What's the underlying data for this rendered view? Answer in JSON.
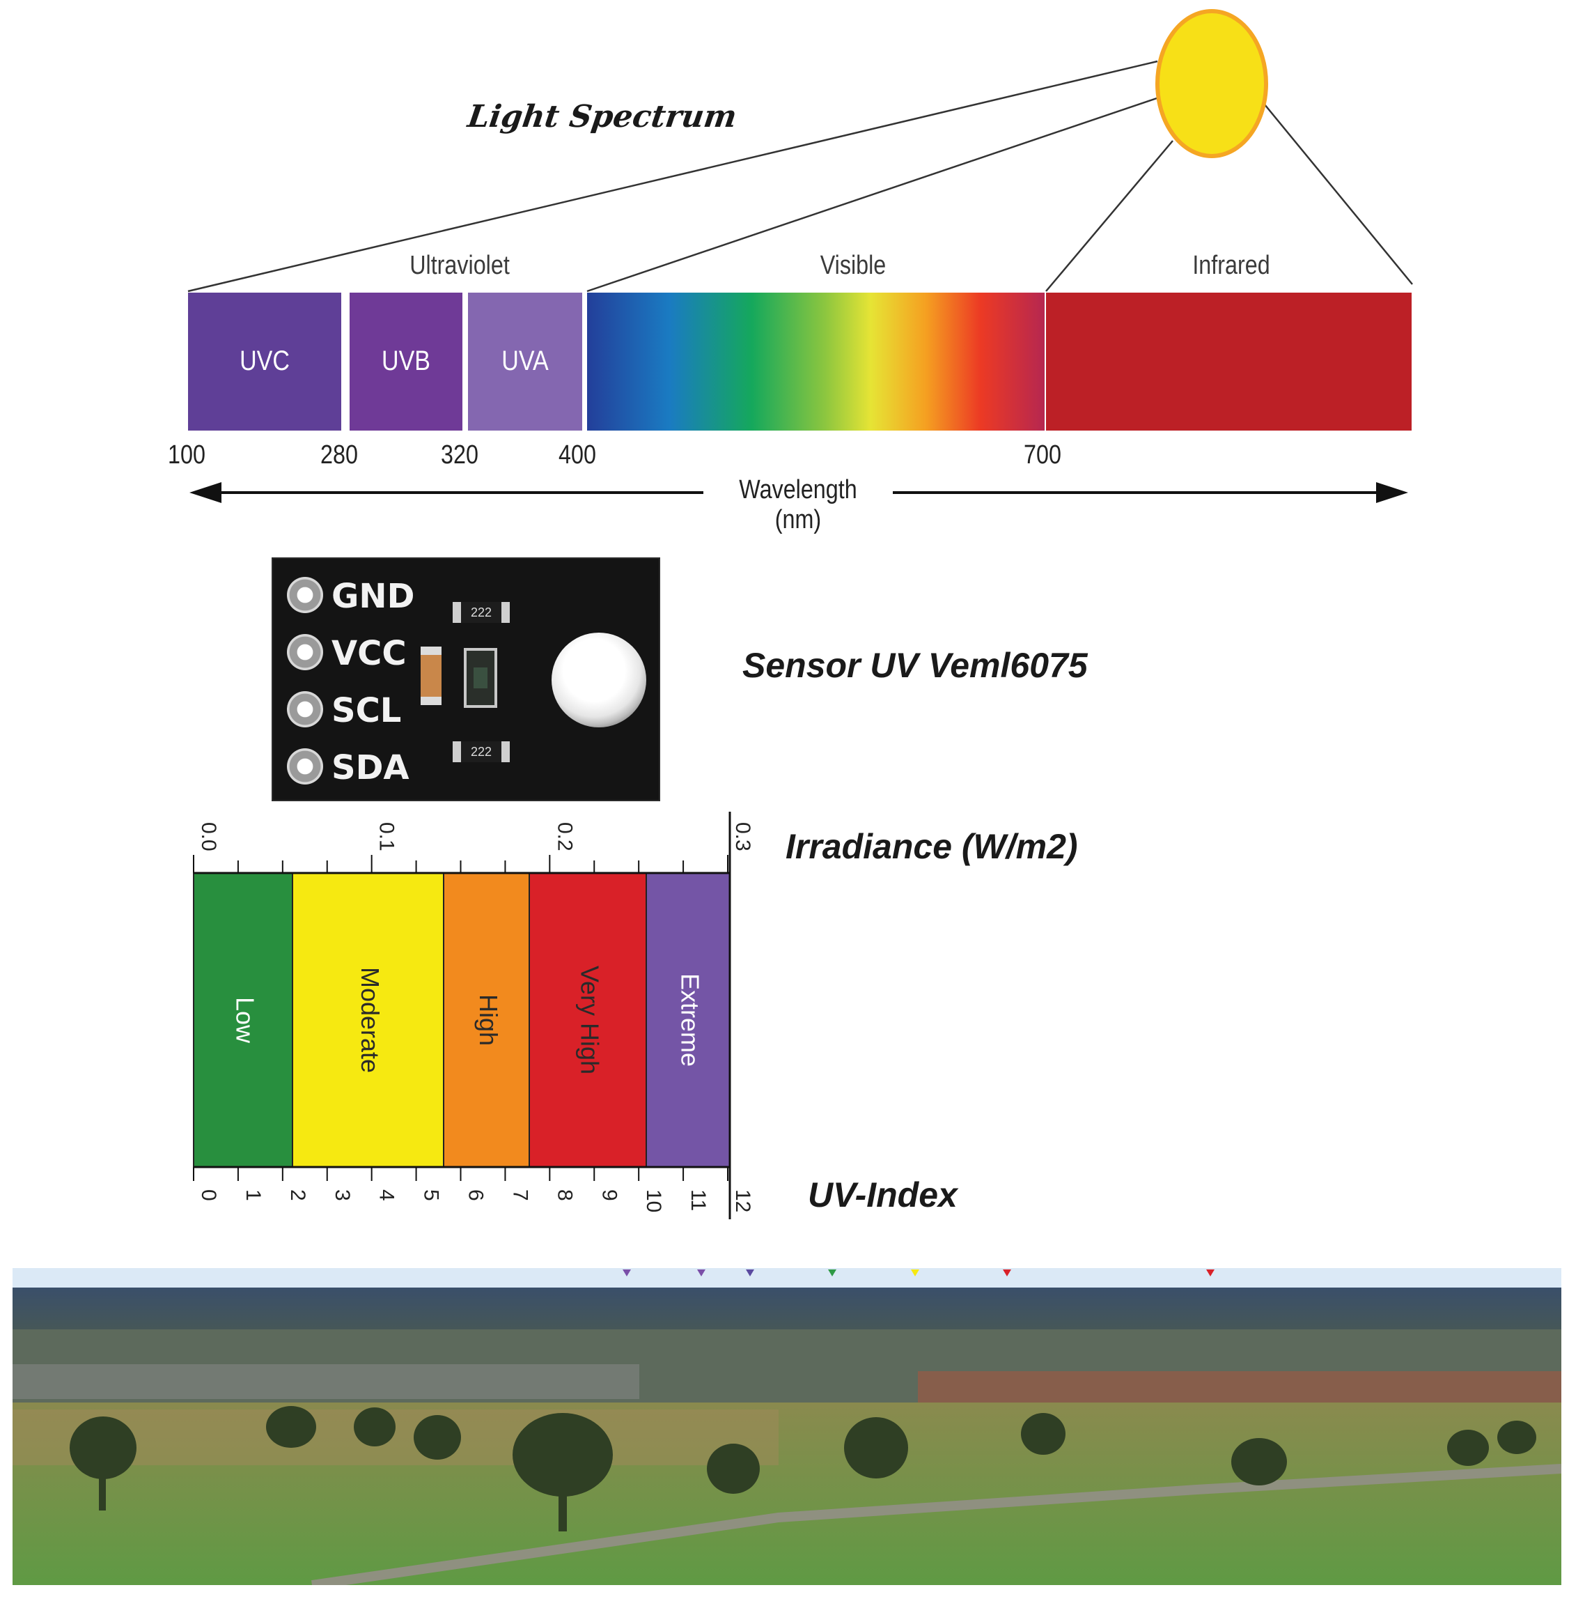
{
  "spectrum": {
    "title": "Light Spectrum",
    "group_labels": {
      "ultraviolet": "Ultraviolet",
      "visible": "Visible",
      "infrared": "Infrared"
    },
    "bands": [
      {
        "label": "UVC",
        "color": "#5f3f97"
      },
      {
        "label": "UVB",
        "color": "#6f3a97"
      },
      {
        "label": "UVA",
        "color": "#8467b0"
      },
      {
        "label": "",
        "color": "gradient"
      },
      {
        "label": "",
        "color": "#bc2026"
      }
    ],
    "ticks": [
      "100",
      "280",
      "320",
      "400",
      "700"
    ],
    "axis_label": "Wavelength (nm)",
    "sun_color": "#f7e017",
    "sun_outline": "#f5a623"
  },
  "sensor": {
    "caption": "Sensor UV Veml6075",
    "pins": [
      "GND",
      "VCC",
      "SCL",
      "SDA"
    ],
    "resistor_text": "222"
  },
  "uv_scale": {
    "top_axis_label": "Irradiance (W/m2)",
    "top_ticks": [
      "0.0",
      "0.1",
      "0.2",
      "0.3"
    ],
    "bottom_axis_label": "UV-Index",
    "bottom_ticks": [
      "0",
      "1",
      "2",
      "3",
      "4",
      "5",
      "6",
      "7",
      "8",
      "9",
      "10",
      "11",
      "12"
    ],
    "categories": [
      {
        "label": "Low",
        "color": "#288f3e",
        "text_color": "#ffffff"
      },
      {
        "label": "Moderate",
        "color": "#f6e911",
        "text_color": "#2a2a2a"
      },
      {
        "label": "High",
        "color": "#f28a1e",
        "text_color": "#2a2a2a"
      },
      {
        "label": "Very High",
        "color": "#d92128",
        "text_color": "#2a2a2a"
      },
      {
        "label": "Extreme",
        "color": "#7455a6",
        "text_color": "#ffffff"
      }
    ]
  },
  "landscape": {
    "sky_color": "#dbe9f6",
    "markers": [
      {
        "color": "#7a4fa8"
      },
      {
        "color": "#7a4fa8"
      },
      {
        "color": "#5a4aa0"
      },
      {
        "color": "#2f9a46"
      },
      {
        "color": "#f6e911"
      },
      {
        "color": "#d92128"
      },
      {
        "color": "#d92128"
      }
    ]
  }
}
